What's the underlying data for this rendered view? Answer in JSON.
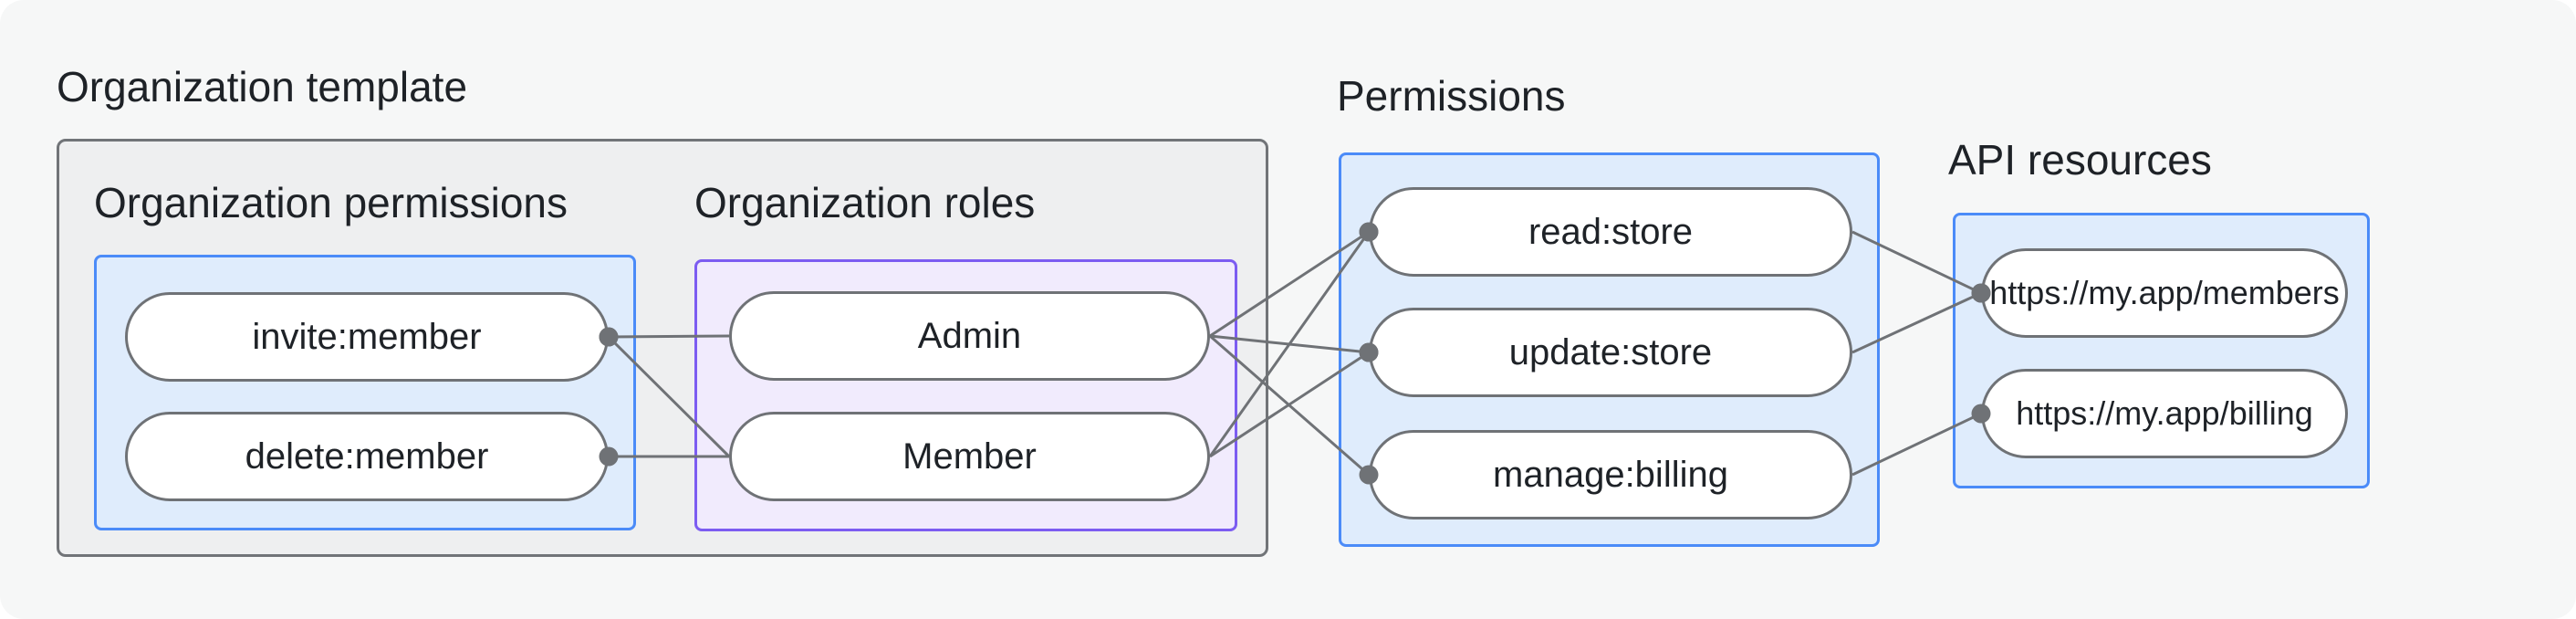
{
  "colors": {
    "background": "#f6f7f7",
    "panel_fill": "#eeeff0",
    "panel_border": "#717478",
    "blue_fill": "#dfecfc",
    "blue_border": "#4b8bf8",
    "purple_fill": "#f1ebfd",
    "purple_border": "#7c5cf1",
    "pill_fill": "#ffffff",
    "line": "#6f7276",
    "text": "#1e2227"
  },
  "org_template": {
    "label": "Organization template"
  },
  "groups": {
    "org_permissions": {
      "heading": "Organization permissions",
      "nodes": [
        {
          "id": "invite-member",
          "label": "invite:member"
        },
        {
          "id": "delete-member",
          "label": "delete:member"
        }
      ]
    },
    "org_roles": {
      "heading": "Organization roles",
      "nodes": [
        {
          "id": "admin",
          "label": "Admin"
        },
        {
          "id": "member",
          "label": "Member"
        }
      ]
    },
    "permissions": {
      "title": "Permissions",
      "nodes": [
        {
          "id": "read-store",
          "label": "read:store"
        },
        {
          "id": "update-store",
          "label": "update:store"
        },
        {
          "id": "manage-billing",
          "label": "manage:billing"
        }
      ]
    },
    "api_resources": {
      "title": "API resources",
      "nodes": [
        {
          "id": "api-members",
          "label": "https://my.app/members"
        },
        {
          "id": "api-billing",
          "label": "https://my.app/billing"
        }
      ]
    }
  },
  "edges": [
    {
      "from": "invite-member",
      "to": "admin",
      "dot": "from"
    },
    {
      "from": "invite-member",
      "to": "member",
      "dot": "from"
    },
    {
      "from": "delete-member",
      "to": "member",
      "dot": "from"
    },
    {
      "from": "admin",
      "to": "read-store",
      "dot": "to"
    },
    {
      "from": "admin",
      "to": "update-store",
      "dot": "to"
    },
    {
      "from": "admin",
      "to": "manage-billing",
      "dot": "to"
    },
    {
      "from": "member",
      "to": "read-store",
      "dot": "to"
    },
    {
      "from": "member",
      "to": "update-store",
      "dot": "to"
    },
    {
      "from": "read-store",
      "to": "api-members",
      "dot": "to"
    },
    {
      "from": "update-store",
      "to": "api-members",
      "dot": "to"
    },
    {
      "from": "manage-billing",
      "to": "api-billing",
      "dot": "to"
    }
  ]
}
